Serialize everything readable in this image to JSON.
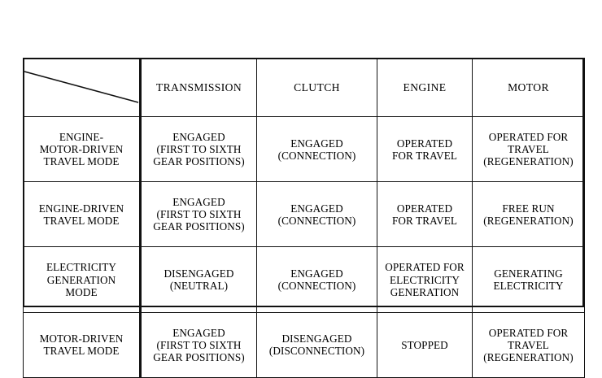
{
  "figure": {
    "type": "table",
    "corner_cell": "",
    "corner_diagonal": true
  },
  "table": {
    "column_headers": [
      "",
      "TRANSMISSION",
      "CLUTCH",
      "ENGINE",
      "MOTOR"
    ],
    "rows": [
      {
        "mode": "ENGINE-\nMOTOR-DRIVEN\nTRAVEL MODE",
        "transmission": "ENGAGED\n(FIRST TO SIXTH\nGEAR POSITIONS)",
        "clutch": "ENGAGED\n(CONNECTION)",
        "engine": "OPERATED\nFOR TRAVEL",
        "motor": "OPERATED FOR\nTRAVEL\n(REGENERATION)"
      },
      {
        "mode": "ENGINE-DRIVEN\nTRAVEL MODE",
        "transmission": "ENGAGED\n(FIRST TO SIXTH\nGEAR POSITIONS)",
        "clutch": "ENGAGED\n(CONNECTION)",
        "engine": "OPERATED\nFOR TRAVEL",
        "motor": "FREE RUN\n(REGENERATION)"
      },
      {
        "mode": "ELECTRICITY\nGENERATION\nMODE",
        "transmission": "DISENGAGED\n(NEUTRAL)",
        "clutch": "ENGAGED\n(CONNECTION)",
        "engine": "OPERATED FOR\nELECTRICITY\nGENERATION",
        "motor": "GENERATING\nELECTRICITY"
      },
      {
        "mode": "MOTOR-DRIVEN\nTRAVEL MODE",
        "transmission": "ENGAGED\n(FIRST TO SIXTH\nGEAR POSITIONS)",
        "clutch": "DISENGAGED\n(DISCONNECTION)",
        "engine": "STOPPED",
        "motor": "OPERATED FOR\nTRAVEL\n(REGENERATION)"
      }
    ]
  },
  "colors": {
    "background": "#ffffff",
    "border": "#111111",
    "text": "#000000"
  }
}
